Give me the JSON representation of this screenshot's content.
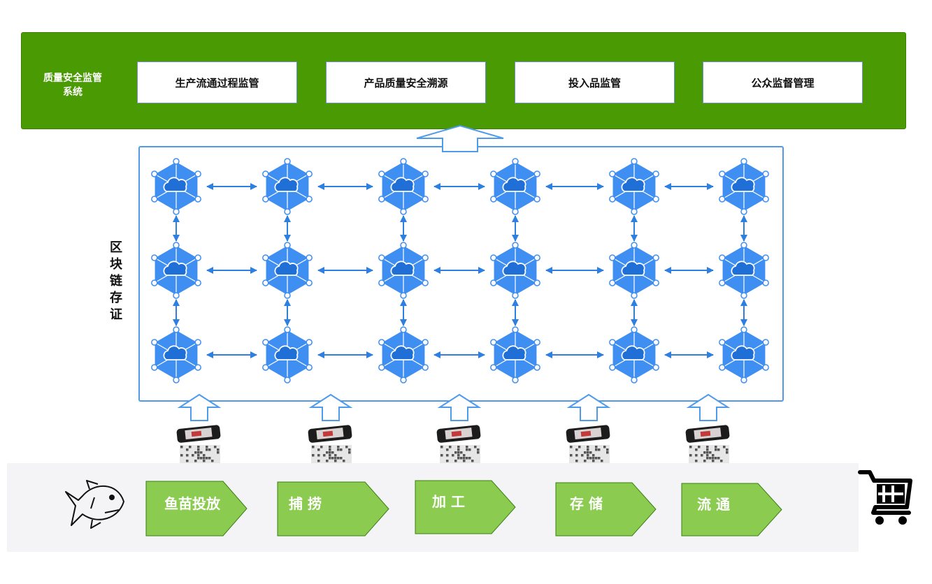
{
  "system": {
    "title": "质量安全监管\n系统",
    "modules": [
      "生产流通过程监管",
      "产品质量安全溯源",
      "投入品监管",
      "公众监督管理"
    ]
  },
  "blockchain": {
    "label": "区\n块\n链\n存\n证",
    "rows": 3,
    "cols": 6
  },
  "stages": [
    {
      "label": "鱼苗投放"
    },
    {
      "label": "捕  捞"
    },
    {
      "label": "加  工"
    },
    {
      "label": "存  储"
    },
    {
      "label": "流  通"
    }
  ],
  "icons": {
    "fish": "fish-icon",
    "cart": "shopping-cart-icon",
    "phone": "smartphone-icon",
    "qr": "qr-code-icon",
    "node": "blockchain-node-icon"
  },
  "colors": {
    "green_dark": "#4a9a04",
    "green_light": "#8bcc50",
    "blue": "#3f8ef2",
    "frame_blue": "#4f9bea"
  }
}
